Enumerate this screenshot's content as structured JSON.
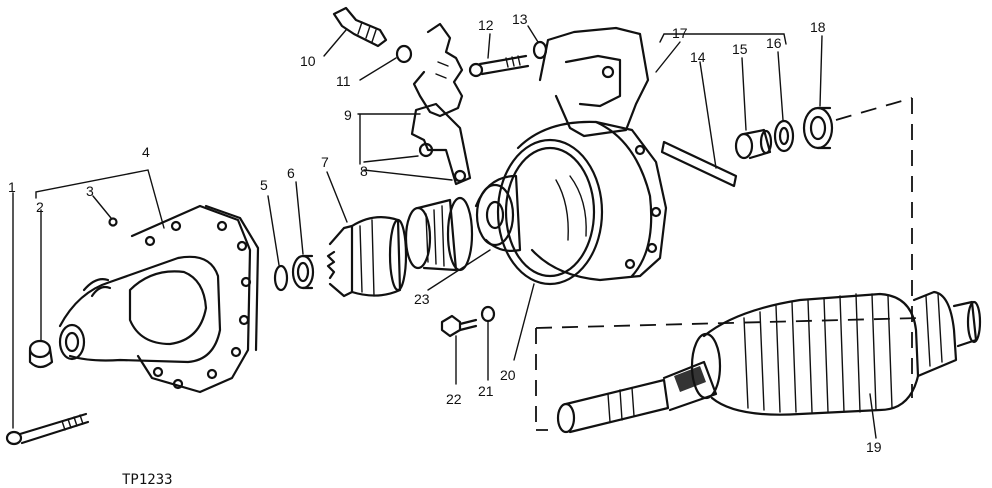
{
  "figure_id": "TP1233",
  "callouts": [
    "1",
    "2",
    "3",
    "4",
    "5",
    "6",
    "7",
    "8",
    "9",
    "10",
    "11",
    "12",
    "13",
    "14",
    "15",
    "16",
    "17",
    "18",
    "19",
    "20",
    "21",
    "22",
    "23"
  ]
}
